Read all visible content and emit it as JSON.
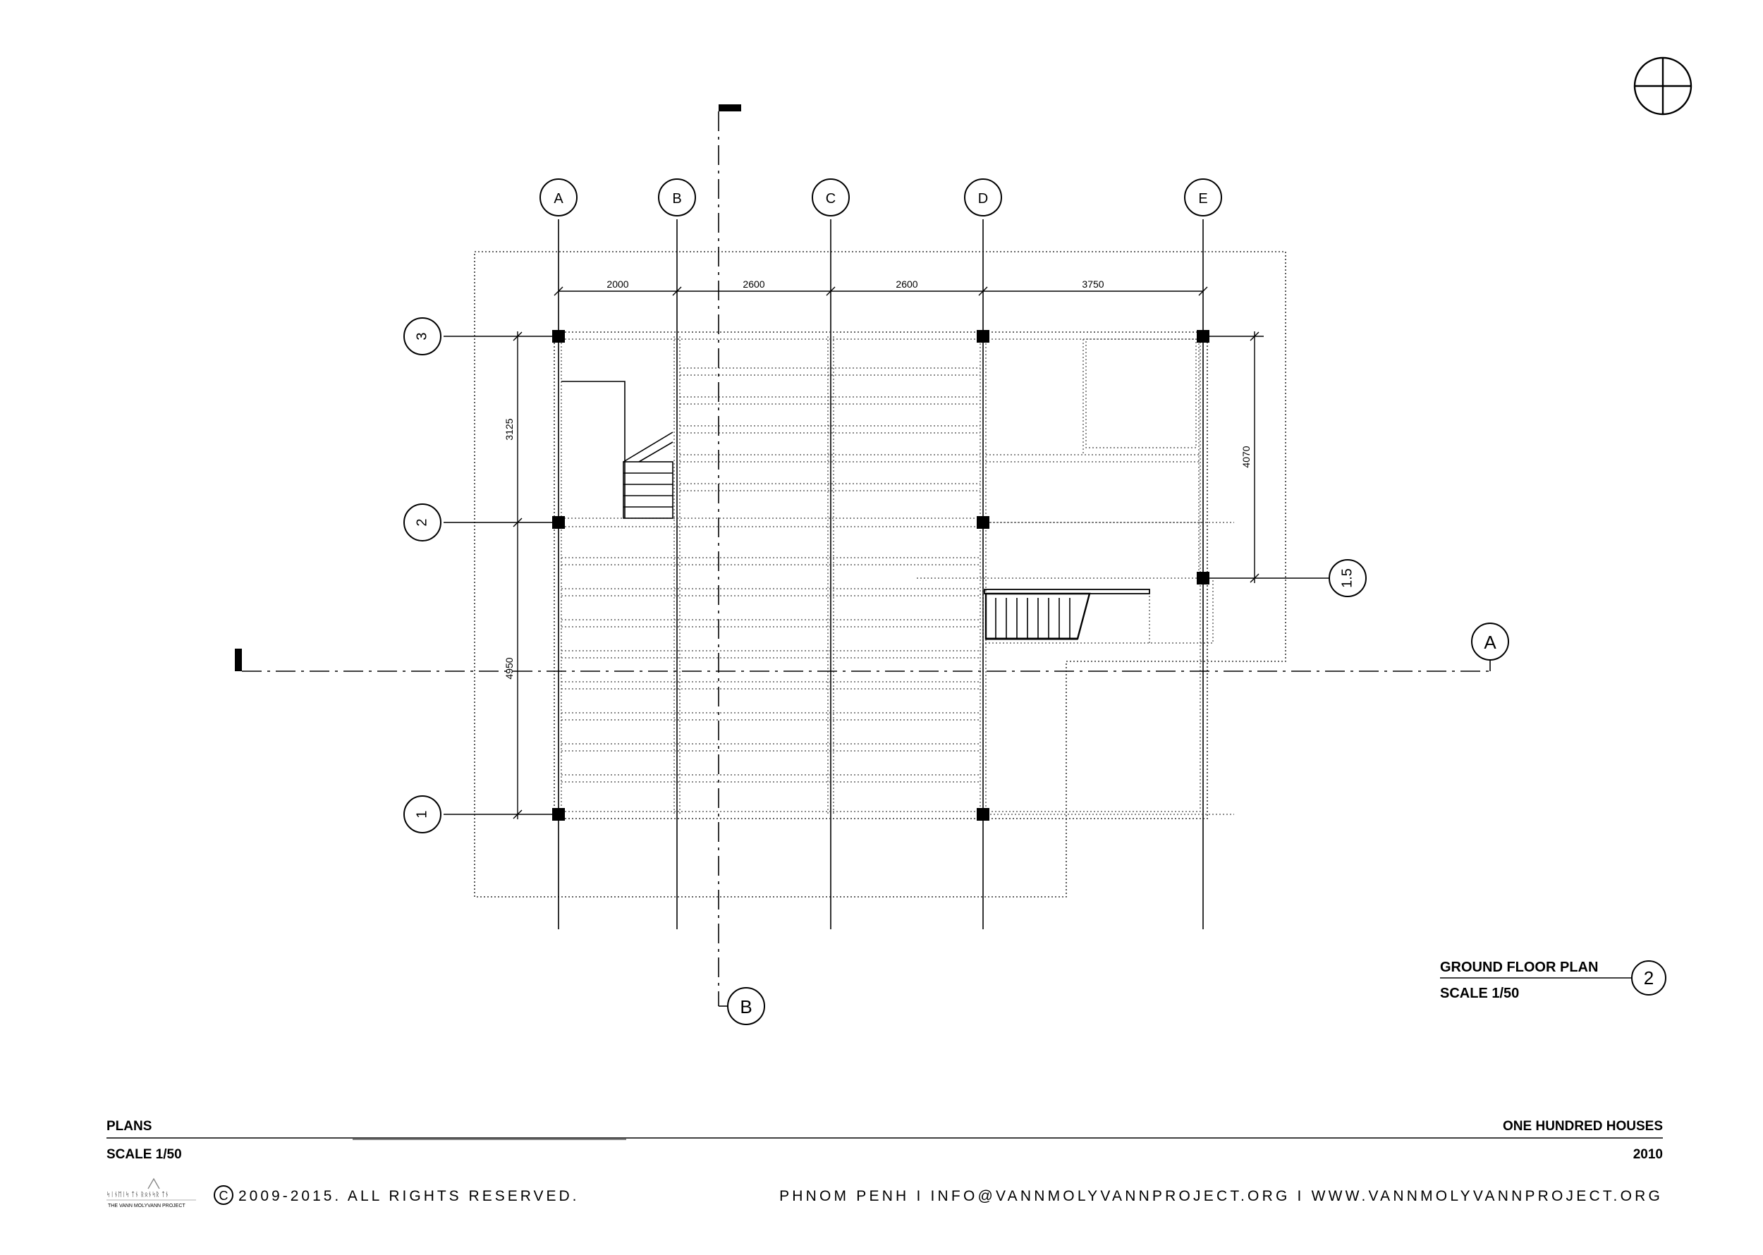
{
  "sheet": {
    "section_title": "PLANS",
    "section_scale": "SCALE   1/50",
    "project_title": "ONE HUNDRED HOUSES",
    "project_year": "2010",
    "copyright": "2009-2015. ALL RIGHTS RESERVED.",
    "copyright_symbol": "C",
    "contact": "PHNOM PENH  I  INFO@VANNMOLYVANNPROJECT.ORG  I  WWW.VANNMOLYVANNPROJECT.ORG",
    "logo_line1": "ᛋᛁᚾᛖᛁᛋ ᛏᚾ ᚱᛟᚾᛋᚱ ᛏᚾ",
    "logo_line2": "THE VANN MOLYVANN PROJECT"
  },
  "drawing": {
    "title": "GROUND FLOOR PLAN",
    "scale": "SCALE   1/50",
    "number": "2"
  },
  "grid": {
    "columns": [
      "A",
      "B",
      "C",
      "D",
      "E"
    ],
    "rows": [
      "3",
      "2",
      "1.5",
      "1"
    ]
  },
  "dimensions": {
    "horizontal": [
      "2000",
      "2600",
      "2600",
      "3750"
    ],
    "vertical_left": [
      "3125",
      "4950"
    ],
    "vertical_right": [
      "4070"
    ]
  },
  "sections": {
    "a": "A",
    "b": "B"
  }
}
